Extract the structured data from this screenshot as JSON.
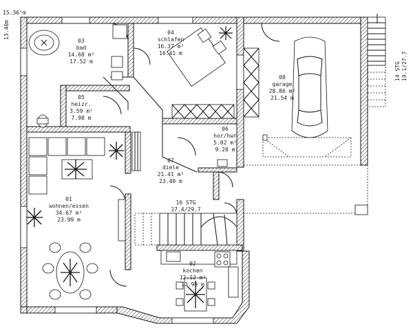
{
  "dimensions": {
    "top_width": "15.36⁵m",
    "left_height": "13.40m",
    "stair_right": "14 STG",
    "stair_right_ratio": "19.1/27.7"
  },
  "rooms": [
    {
      "number": "01",
      "name": "wohnen/essen",
      "area": "34.67 m²",
      "perimeter": "23.99 m"
    },
    {
      "number": "02",
      "name": "kochen",
      "area": "12.12 m²",
      "perimeter": "13.99 m"
    },
    {
      "number": "03",
      "name": "bad",
      "area": "14.68 m²",
      "perimeter": "17.52 m"
    },
    {
      "number": "04",
      "name": "schlafen",
      "area": "16.37 m²",
      "perimeter": "16.41 m"
    },
    {
      "number": "05",
      "name": "heizr.",
      "area": "3.59 m²",
      "perimeter": "7.98 m"
    },
    {
      "number": "06",
      "name": "hor/hwr",
      "area": "5.02 m²",
      "perimeter": "9.20 m"
    },
    {
      "number": "07",
      "name": "diele",
      "area": "21.41 m²",
      "perimeter": "23.40 m"
    },
    {
      "number": "08",
      "name": "garage",
      "area": "28.86 m²",
      "perimeter": "21.54 m"
    }
  ],
  "stair": {
    "label": "16 STG",
    "ratio": "17.4/29.7"
  }
}
